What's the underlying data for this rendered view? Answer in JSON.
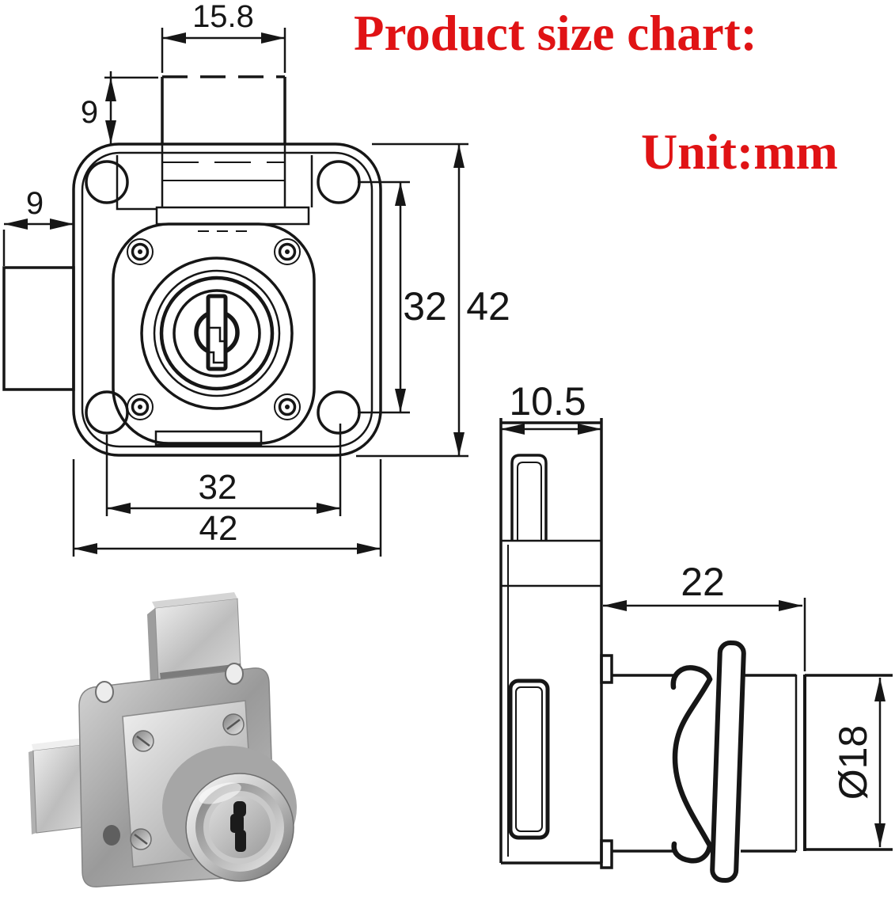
{
  "header": {
    "title": "Product size chart:",
    "unit_label": "Unit:mm",
    "accent_color": "#e01315"
  },
  "front_view": {
    "description": "front view of square drawer lock with keyhole cylinder",
    "dimensions": {
      "top_bolt_width_mm": "15.8",
      "top_bolt_height_mm": "9",
      "side_bolt_length_mm": "9",
      "screw_spacing_vertical_mm": "32",
      "body_height_mm": "42",
      "screw_spacing_horizontal_mm": "32",
      "body_width_mm": "42"
    }
  },
  "side_view": {
    "description": "side profile of lock plate with cylinder, spring clip and flange",
    "dimensions": {
      "body_depth_mm": "10.5",
      "cylinder_length_mm": "22",
      "cylinder_diameter_mm": "Ø18"
    }
  },
  "photo": {
    "description": "chrome metal drawer lock product photo"
  }
}
